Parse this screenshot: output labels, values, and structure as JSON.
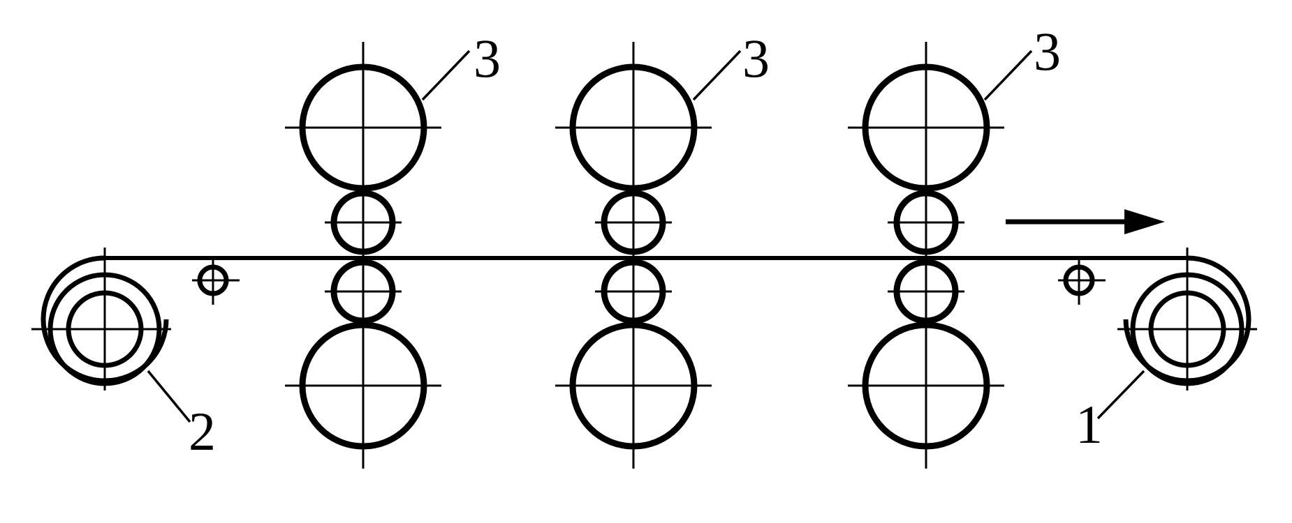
{
  "labels": {
    "uncoiler": "1",
    "coiler": "2",
    "stand": "3"
  }
}
